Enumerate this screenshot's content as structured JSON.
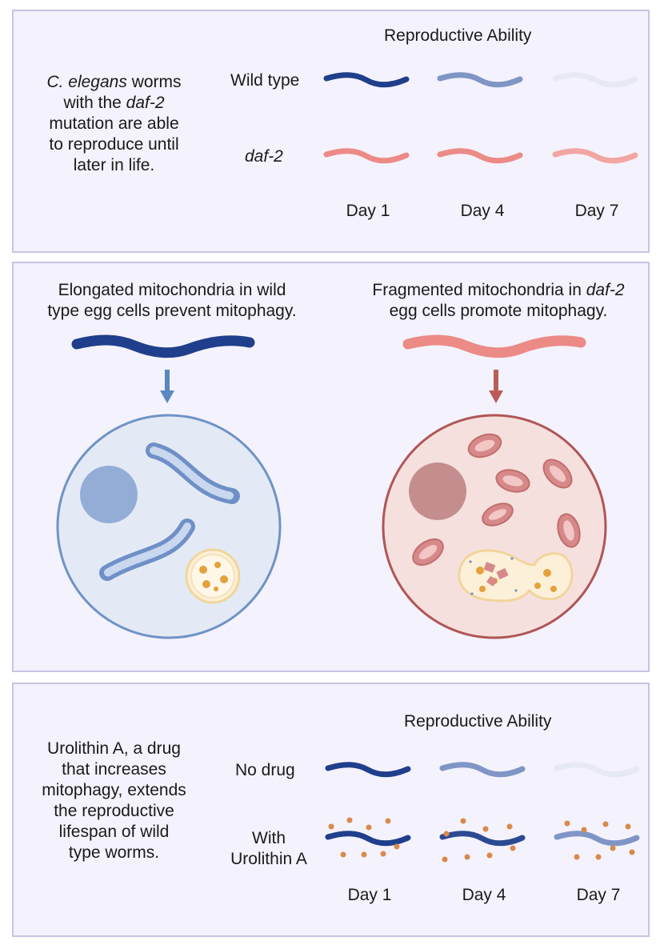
{
  "panel_top": {
    "heading": "Reproductive Ability",
    "description_lines": [
      {
        "pre": "",
        "em": "C. elegans",
        "post": " worms"
      },
      {
        "pre": "with the ",
        "em": "daf-2",
        "post": ""
      },
      {
        "pre": "mutation are able",
        "em": "",
        "post": ""
      },
      {
        "pre": "to reproduce until",
        "em": "",
        "post": ""
      },
      {
        "pre": "later in life.",
        "em": "",
        "post": ""
      }
    ],
    "row_labels": {
      "wild_type": "Wild type",
      "daf2": "daf-2"
    },
    "day_labels": [
      "Day 1",
      "Day 4",
      "Day 7"
    ]
  },
  "panel_middle": {
    "left_caption": [
      "Elongated mitochondria in wild",
      "type egg cells prevent mitophagy."
    ],
    "right_caption_line1_pre": "Fragmented mitochondria in ",
    "right_caption_line1_em": "daf-2",
    "right_caption_line2": "egg cells promote mitophagy."
  },
  "panel_bottom": {
    "heading": "Reproductive Ability",
    "description_lines": [
      "Urolithin A, a drug",
      "that increases",
      "mitophagy, extends",
      "the reproductive",
      "lifespan of wild",
      "type worms."
    ],
    "row_labels": {
      "no_drug": "No drug",
      "with_drug_1": "With",
      "with_drug_2": "Urolithin A"
    },
    "day_labels": [
      "Day 1",
      "Day 4",
      "Day 7"
    ]
  },
  "colors": {
    "wild_type_dark": "#1f3f8c",
    "wild_type_mid": "#7f95c6",
    "wild_type_faint": "#e6e8f3",
    "daf2": "#ec8a86",
    "daf2_faint": "#f1a6a2",
    "drug_dot": "#d98a4a",
    "arrow_blue": "#5b87c2",
    "arrow_red": "#bd5a5a"
  },
  "icons": [
    "worm-icon",
    "down-arrow-icon",
    "egg-cell-icon",
    "mitochondrion-icon",
    "nucleus-icon",
    "lysosome-icon",
    "autophagosome-icon",
    "drug-dot-icon"
  ]
}
